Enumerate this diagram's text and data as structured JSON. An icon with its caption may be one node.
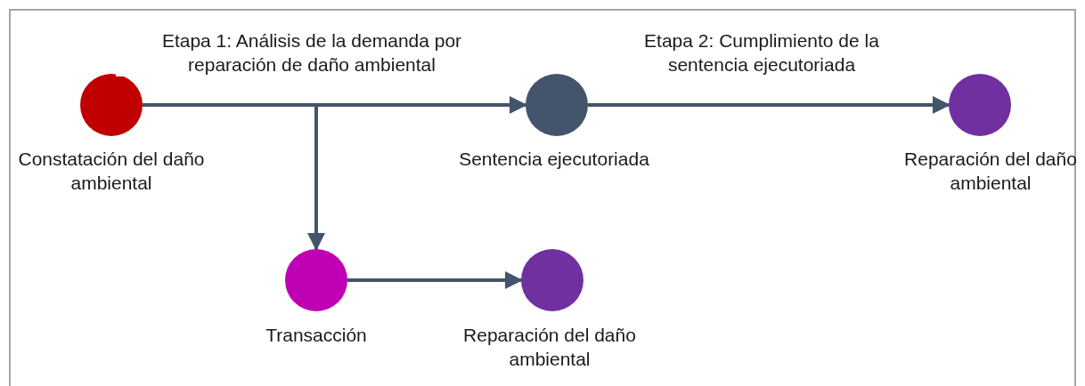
{
  "diagram": {
    "nodes": [
      {
        "text": [],
        "shape": "circle",
        "beside": [
          "Constatación del daño ambiental"
        ]
      },
      {
        "text": [],
        "shape": "circle",
        "beside": [
          "Sentencia ejecutoriada"
        ]
      },
      {
        "text": [],
        "shape": "circle",
        "beside": [
          "Reparación del daño ambiental"
        ]
      },
      {
        "text": [],
        "shape": "circle",
        "beside": [
          "Transacción"
        ]
      },
      {
        "text": [],
        "shape": "circle",
        "beside": [
          "Reparación del daño ambiental"
        ]
      }
    ],
    "edges": [
      {
        "from": 0,
        "to": 1,
        "arrow": "to",
        "label": "Etapa 1: Análisis de la demanda por reparación de daño ambiental"
      },
      {
        "from": 0,
        "to": 3,
        "arrow": "to"
      },
      {
        "from": 1,
        "to": 2,
        "arrow": "to",
        "label": "Etapa 2: Cumplimiento de la sentencia ejecutoriada"
      },
      {
        "from": 3,
        "to": 4,
        "arrow": "to"
      }
    ]
  }
}
